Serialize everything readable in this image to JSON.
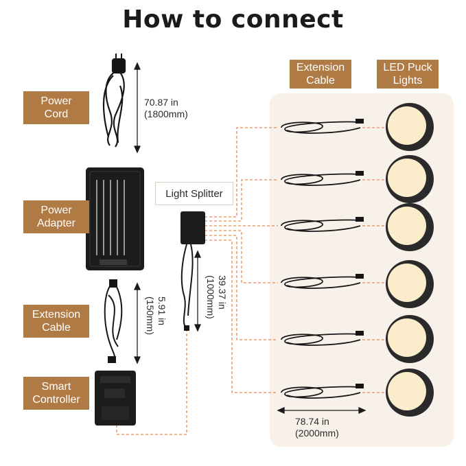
{
  "title": "How to connect",
  "labels": {
    "power_cord": "Power\nCord",
    "power_adapter": "Power\nAdapter",
    "extension_cable_left": "Extension\nCable",
    "smart_controller": "Smart\nController",
    "light_splitter": "Light Splitter",
    "extension_cable_top": "Extension\nCable",
    "led_puck_lights": "LED Puck\nLights"
  },
  "dimensions": {
    "power_cord": "70.87 in\n(1800mm)",
    "extension_cable": "5.91 in\n(150mm)",
    "splitter_cable": "39.37 in\n(1000mm)",
    "puck_cable": "78.74 in\n(2000mm)"
  },
  "colors": {
    "label_bg": "#b07a45",
    "guide_line": "#e9874a",
    "panel_bg": "#f8f1ea",
    "puck_glow": "#fbeccb",
    "cable": "#161616"
  },
  "puck_count": 6
}
